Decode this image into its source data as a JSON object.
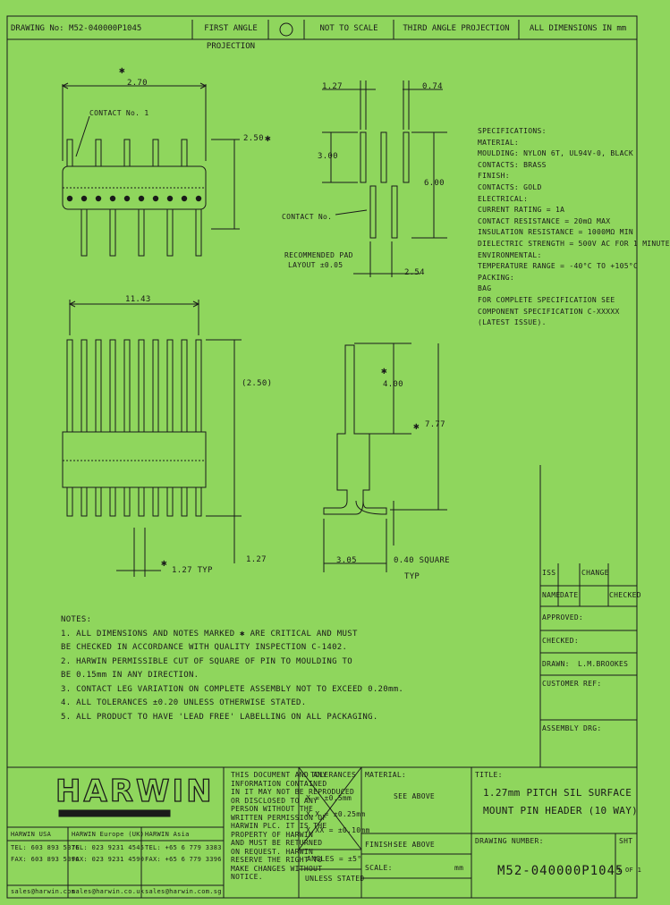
{
  "header": {
    "drawing_no": "DRAWING No: M52-040000P1045",
    "first_angle": "FIRST ANGLE PROJECTION",
    "scale": "NOT TO SCALE",
    "third_angle": "THIRD ANGLE PROJECTION",
    "units": "ALL DIMENSIONS IN mm"
  },
  "top_view": {
    "width": "2.70",
    "contact_no": "CONTACT No. 1",
    "height": "2.50",
    "mark": "✱"
  },
  "side_view": {
    "d1": "1.27",
    "d2": "0.74",
    "d3": "3.00",
    "d4": "6.00",
    "contact": "CONTACT No.",
    "pad_label": "RECOMMENDED PAD",
    "pad_tol": "LAYOUT ±0.05",
    "d5": "2.54"
  },
  "front_view": {
    "width": "11.43",
    "d1": "(2.50)",
    "d2": "1.27 TYP",
    "d3": "1.27"
  },
  "profile_view": {
    "d1": "4.00",
    "d2": "7.77",
    "d3": "3.05",
    "d4": "0.40 SQUARE",
    "d4b": "TYP"
  },
  "specs": [
    "SPECIFICATIONS:",
    "MATERIAL:",
    "  MOULDING: NYLON 6T, UL94V-0, BLACK",
    "  CONTACTS: BRASS",
    "FINISH:",
    "  CONTACTS: GOLD",
    "ELECTRICAL:",
    "  CURRENT RATING = 1A",
    "  CONTACT RESISTANCE = 20mΩ MAX",
    "  INSULATION RESISTANCE = 1000MΩ MIN",
    "DIELECTRIC STRENGTH = 500V AC FOR 1 MINUTE",
    "ENVIRONMENTAL:",
    "  TEMPERATURE RANGE = -40°C TO +105°C",
    "PACKING:",
    "  BAG",
    "FOR COMPLETE SPECIFICATION SEE",
    "COMPONENT SPECIFICATION C-XXXXX",
    "(LATEST ISSUE)."
  ],
  "notes": [
    "NOTES:",
    "1. ALL DIMENSIONS AND NOTES MARKED ✱ ARE CRITICAL AND MUST",
    "   BE CHECKED IN ACCORDANCE WITH QUALITY INSPECTION C-1402.",
    "2. HARWIN PERMISSIBLE CUT OF SQUARE OF PIN TO MOULDING TO",
    "   BE 0.15mm IN ANY DIRECTION.",
    "3. CONTACT LEG VARIATION ON COMPLETE ASSEMBLY NOT TO EXCEED 0.20mm.",
    "4. ALL TOLERANCES ±0.20 UNLESS OTHERWISE STATED.",
    "5. ALL PRODUCT TO HAVE 'LEAD FREE' LABELLING ON ALL PACKAGING."
  ],
  "rev_table": {
    "iss": "ISS",
    "change": "CHANGE",
    "name": "NAME",
    "date": "DATE",
    "checked": "CHECKED",
    "approved": "APPROVED:",
    "checked_lbl": "CHECKED:",
    "drawn": "DRAWN:",
    "drawn_name": "L.M.BROOKES",
    "customer_ref": "CUSTOMER REF:",
    "assembly_drg": "ASSEMBLY DRG:"
  },
  "title_block": {
    "logo": "HARWIN",
    "copyright": [
      "THIS DOCUMENT AND ANY",
      "INFORMATION CONTAINED",
      "IN IT MAY NOT BE REPRODUCED",
      "OR DISCLOSED TO ANY",
      "PERSON WITHOUT THE",
      "WRITTEN PERMISSION OF",
      "HARWIN PLC. IT IS THE",
      "PROPERTY OF HARWIN",
      "AND MUST BE RETURNED",
      "ON REQUEST. HARWIN",
      "RESERVE THE RIGHT TO",
      "MAKE CHANGES WITHOUT",
      "NOTICE."
    ],
    "tol_title": "TOLERANCES",
    "tol": [
      "X = ±0.5mm",
      "X.X = ±0.25mm",
      "X.XX = ±0.10mm"
    ],
    "angles": "ANGLES = ±5°",
    "unless": "UNLESS STATED",
    "mat_lbl": "MATERIAL:",
    "mat_val": "SEE ABOVE",
    "fin_lbl": "FINISH:",
    "fin_val": "SEE ABOVE",
    "scale_lbl": "SCALE:",
    "scale_unit": "mm",
    "title_lbl": "TITLE:",
    "title1": "1.27mm PITCH SIL SURFACE",
    "title2": "MOUNT PIN HEADER (10 WAY)",
    "dwg_lbl": "DRAWING NUMBER:",
    "dwg_num": "M52-040000P1045",
    "sht_lbl": "SHT",
    "sht_val": "1 OF 1"
  },
  "offices": [
    {
      "name": "HARWIN USA",
      "tel": "TEL: 603 893 5376",
      "fax": "FAX: 603 893 5396"
    },
    {
      "name": "HARWIN Europe (UK)",
      "tel": "TEL: 023 9231 4545",
      "fax": "FAX: 023 9231 4590"
    },
    {
      "name": "HARWIN Asia",
      "tel": "TEL: +65 6 779 3383",
      "fax": "FAX: +65 6 779 3396"
    }
  ],
  "emails": [
    "sales@harwin.com",
    "sales@harwin.co.uk",
    "sales@harwin.com.sg"
  ]
}
